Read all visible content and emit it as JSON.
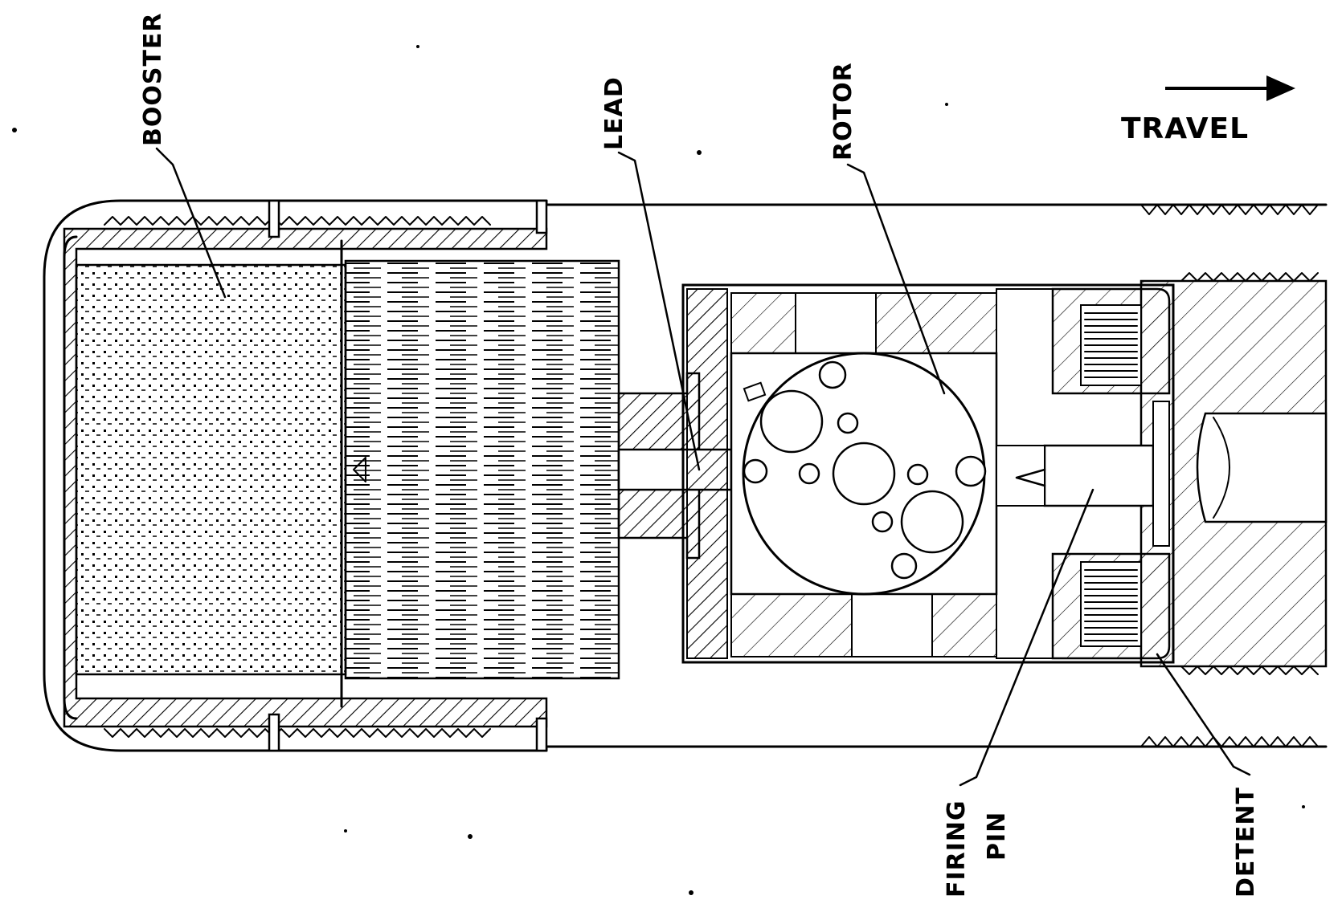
{
  "labels": {
    "booster": "BOOSTER",
    "lead": "LEAD",
    "rotor": "ROTOR",
    "travel": "TRAVEL",
    "firing_pin_line1": "FIRING",
    "firing_pin_line2": "PIN",
    "detent": "DETENT"
  },
  "colors": {
    "ink": "#000000",
    "paper": "#ffffff"
  }
}
